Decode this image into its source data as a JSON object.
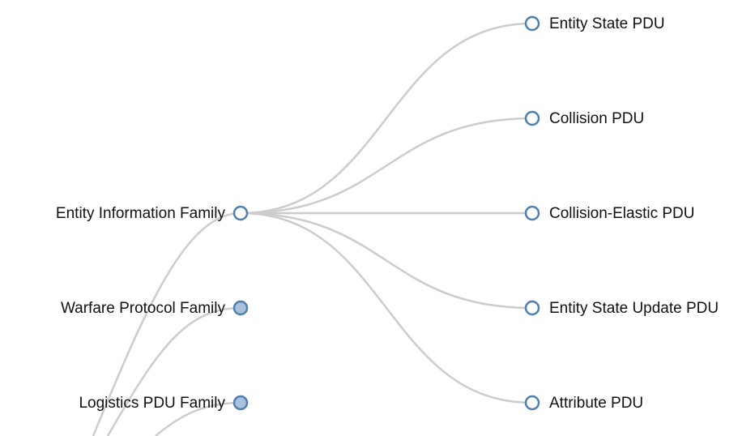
{
  "tree": {
    "colors": {
      "link": "#cccccc",
      "node_stroke": "#4e7fae",
      "collapsed_fill": "#a9c1dc",
      "expanded_fill": "#ffffff",
      "label": "#111111"
    },
    "families": [
      {
        "id": "entity-information-family",
        "label": "Entity Information Family",
        "collapsed": false
      },
      {
        "id": "warfare-protocol-family",
        "label": "Warfare Protocol Family",
        "collapsed": true
      },
      {
        "id": "logistics-pdu-family",
        "label": "Logistics PDU Family",
        "collapsed": true
      }
    ],
    "pdus": [
      {
        "id": "entity-state-pdu",
        "label": "Entity State PDU",
        "collapsed": false
      },
      {
        "id": "collision-pdu",
        "label": "Collision PDU",
        "collapsed": false
      },
      {
        "id": "collision-elastic-pdu",
        "label": "Collision-Elastic PDU",
        "collapsed": false
      },
      {
        "id": "entity-state-update-pdu",
        "label": "Entity State Update PDU",
        "collapsed": false
      },
      {
        "id": "attribute-pdu",
        "label": "Attribute PDU",
        "collapsed": false
      }
    ]
  }
}
